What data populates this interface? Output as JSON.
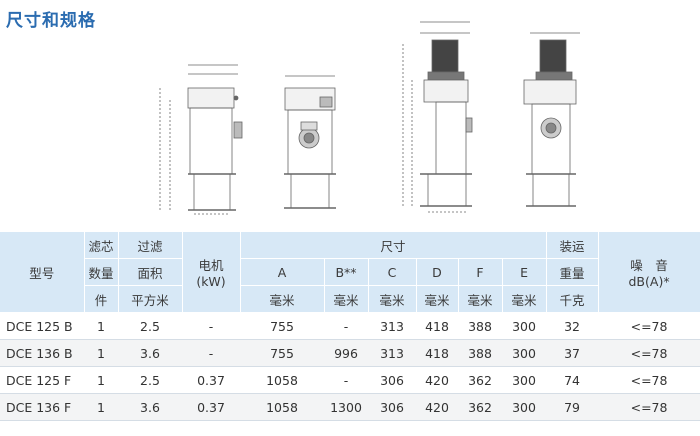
{
  "title": "尺寸和规格",
  "table": {
    "h_model": "型号",
    "h_elem_1": "滤芯",
    "h_elem_2": "数量",
    "h_elem_3": "件",
    "h_area_1": "过滤",
    "h_area_2": "面积",
    "h_area_3": "平方米",
    "h_motor_1": "电机",
    "h_motor_2": "(kW)",
    "h_dim": "尺寸",
    "h_a": "A",
    "h_b": "B**",
    "h_c": "C",
    "h_d": "D",
    "h_f": "F",
    "h_e": "E",
    "h_unit_mm": "毫米",
    "h_ship_1": "装运",
    "h_ship_2": "重量",
    "h_ship_3": "千克",
    "h_noise_1": "噪　音",
    "h_noise_2": "dB(A)*",
    "rows": [
      {
        "model": "DCE 125 B",
        "elements": "1",
        "area": "2.5",
        "motor": "-",
        "a": "755",
        "b": "-",
        "c": "313",
        "d": "418",
        "f": "388",
        "e": "300",
        "weight": "32",
        "noise": "<=78"
      },
      {
        "model": "DCE 136 B",
        "elements": "1",
        "area": "3.6",
        "motor": "-",
        "a": "755",
        "b": "996",
        "c": "313",
        "d": "418",
        "f": "388",
        "e": "300",
        "weight": "37",
        "noise": "<=78"
      },
      {
        "model": "DCE 125 F",
        "elements": "1",
        "area": "2.5",
        "motor": "0.37",
        "a": "1058",
        "b": "-",
        "c": "306",
        "d": "420",
        "f": "362",
        "e": "300",
        "weight": "74",
        "noise": "<=78"
      },
      {
        "model": "DCE 136 F",
        "elements": "1",
        "area": "3.6",
        "motor": "0.37",
        "a": "1058",
        "b": "1300",
        "c": "306",
        "d": "420",
        "f": "362",
        "e": "300",
        "weight": "79",
        "noise": "<=78"
      }
    ]
  },
  "colors": {
    "title": "#2b6cb0",
    "header_bg": "#d7e8f6",
    "alt_row": "#f3f4f5"
  }
}
